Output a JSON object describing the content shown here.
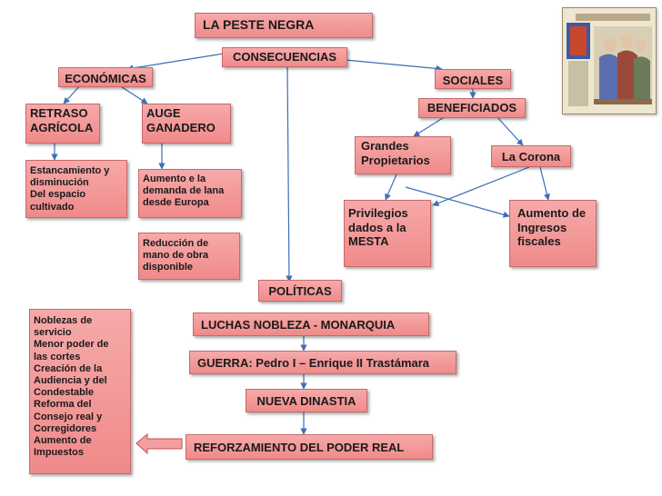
{
  "title": "LA PESTE NEGRA",
  "consecuencias": "CONSECUENCIAS",
  "economicas": "ECONÓMICAS",
  "sociales": "SOCIALES",
  "retraso": "RETRASO\nAGRÍCOLA",
  "auge": "AUGE\nGANADERO",
  "beneficiados": "BENEFICIADOS",
  "grandes": "Grandes\n Propietarios",
  "corona": "La Corona",
  "estancamiento": "Estancamiento  y\ndisminución\nDel espacio\ncultivado",
  "aumento_lana": "Aumento e la\ndemanda de lana\ndesde Europa",
  "reduccion": "Reducción de\nmano de obra\ndisponible",
  "privilegios": "Privilegios\ndados a la\nMESTA",
  "aumento_ingresos": "Aumento de\nIngresos\nfiscales",
  "politicas": "POLÍTICAS",
  "luchas": "LUCHAS NOBLEZA - MONARQUIA",
  "guerra": "GUERRA: Pedro I – Enrique II Trastámara",
  "dinastia": "NUEVA DINASTIA",
  "reforzamiento": "REFORZAMIENTO DEL PODER  REAL",
  "noblezas": "Noblezas de\nservicio\nMenor poder de\nlas cortes\nCreación de la\nAudiencia y del\nCondestable\nReforma del\nConsejo real y\nCorregidores\nAumento de\nImpuestos",
  "colors": {
    "box_fill": "#f4a0a0",
    "line": "#3b6fb6"
  }
}
